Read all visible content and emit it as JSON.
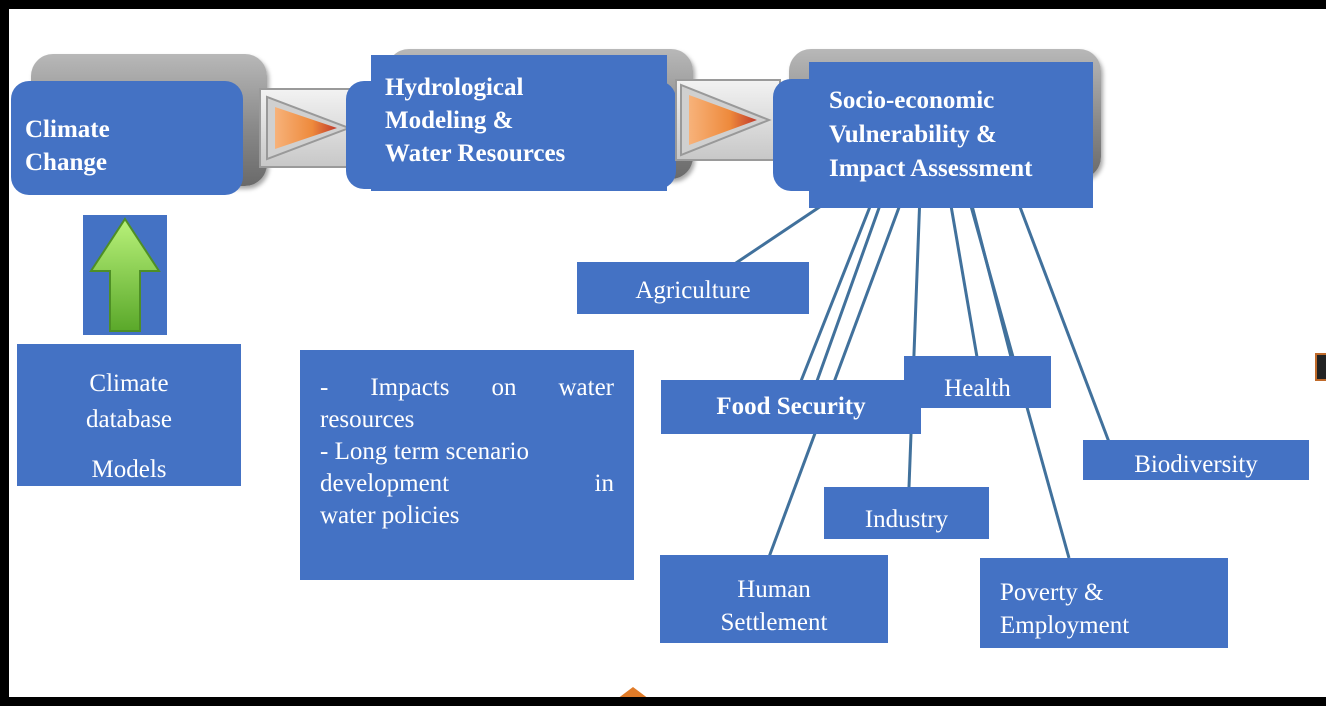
{
  "stages": {
    "climate_change": "Climate\nChange",
    "hydrological": "Hydrological\nModeling &\nWater Resources",
    "socio_economic": "Socio-economic\nVulnerability &\nImpact Assessment"
  },
  "climate_db": {
    "line1": "Climate",
    "line2": "database",
    "line3": "Models"
  },
  "impacts_text": {
    "line1": "- Impacts on water",
    "line2": "resources",
    "line3": "- Long term scenario",
    "line4a": "development",
    "line4b": "in",
    "line5": "water policies"
  },
  "sectors": {
    "agriculture": "Agriculture",
    "food_security": "Food Security",
    "health": "Health",
    "biodiversity": "Biodiversity",
    "industry": "Industry",
    "human_settlement": "Human\nSettlement",
    "poverty": "Poverty &\nEmployment"
  },
  "colors": {
    "box_fill": "#4472c4",
    "connector": "#41719c",
    "arrow_orange": "#f08a3c",
    "up_arrow_green": "#7cc94a",
    "frame": "#000000"
  }
}
